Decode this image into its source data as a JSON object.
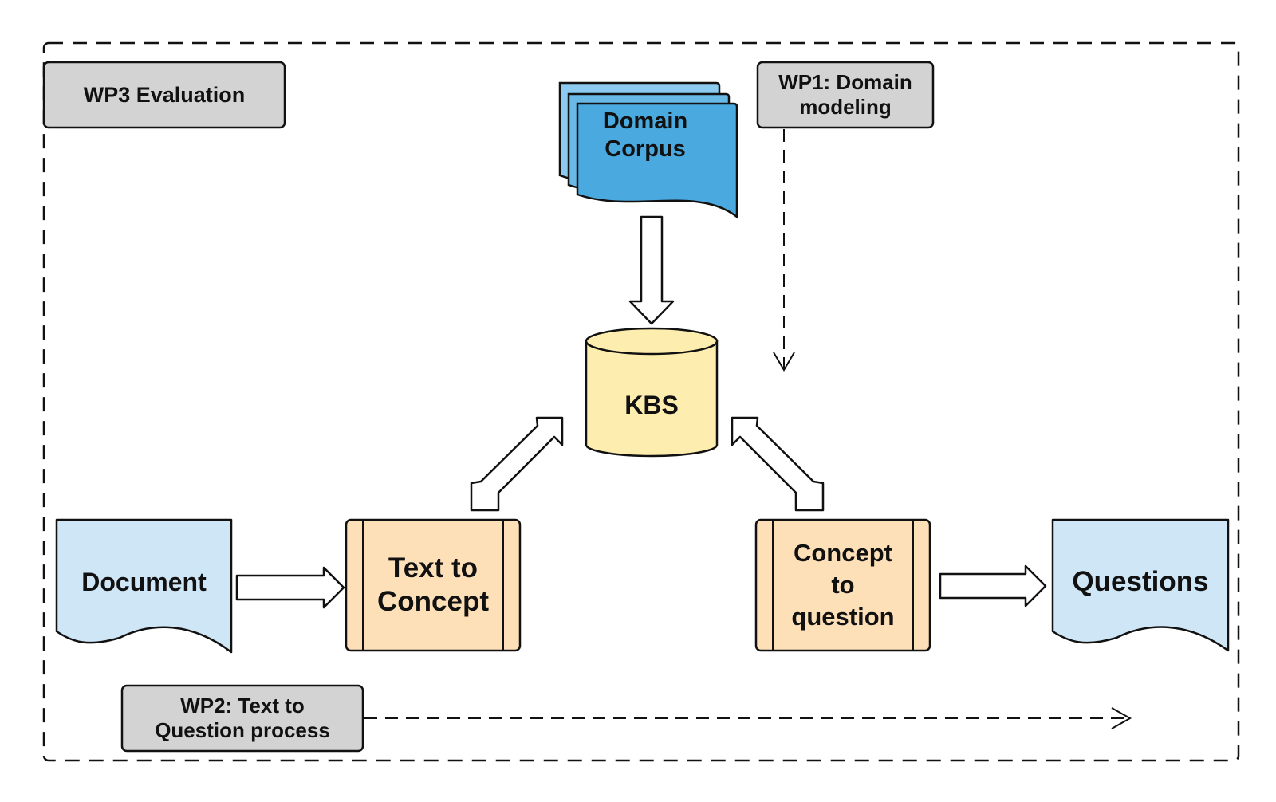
{
  "diagram": {
    "wp3_label": "WP3 Evaluation",
    "wp1_label": "WP1: Domain\nmodeling",
    "wp2_label": "WP2: Text to\nQuestion process",
    "domain_corpus_label": "Domain\nCorpus",
    "kbs_label": "KBS",
    "document_label": "Document",
    "text_to_concept_label": "Text to\nConcept",
    "concept_to_question_label": "Concept\nto\nquestion",
    "questions_label": "Questions"
  },
  "colors": {
    "gray_box": "#d3d3d3",
    "corpus_dark": "#4aa9df",
    "corpus_light": "#8ccbef",
    "kbs_fill": "#fdeeb0",
    "document_fill": "#cfe6f7",
    "process_fill": "#fde0b8",
    "stroke": "#111111"
  }
}
